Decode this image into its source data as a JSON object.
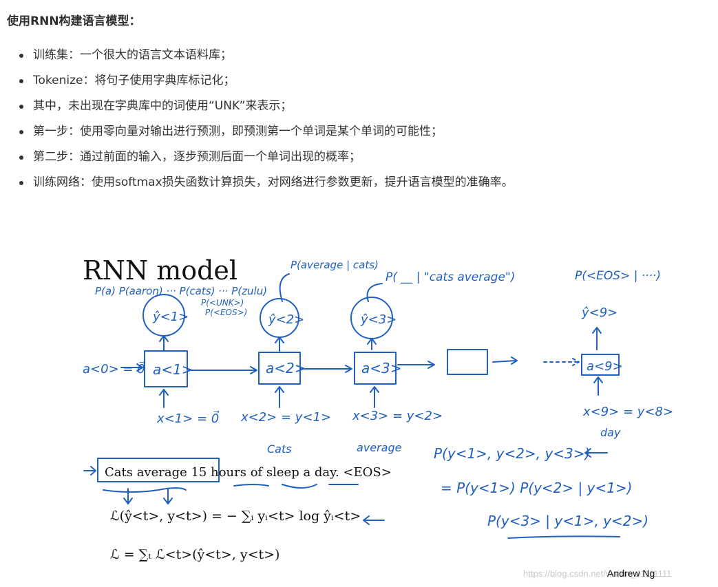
{
  "heading": "使用RNN构建语言模型：",
  "bullets": [
    "训练集：一个很大的语言文本语料库；",
    "Tokenize：将句子使用字典库标记化；",
    "其中，未出现在字典库中的词使用“UNK”来表示；",
    "第一步：使用零向量对输出进行预测，即预测第一个单词是某个单词的可能性；",
    "第二步：通过前面的输入，逐步预测后面一个单词出现的概率；",
    "训练网络：使用softmax损失函数计算损失，对网络进行参数更新，提升语言模型的准确率。"
  ],
  "figure": {
    "title": "RNN model",
    "handwriting": {
      "probs_t1": "P(a) P(aaron) ··· P(cats) ··· P(zulu)",
      "unk": "P(<UNK>)",
      "eos": "P(<EOS>)",
      "probs_t2": "P(average | cats)",
      "probs_t3": "P( __ | \"cats average\")",
      "probs_t9": "P(<EOS> | ····)",
      "a0": "a<0> = 0⃗",
      "a1": "a<1>",
      "a2": "a<2>",
      "a3": "a<3>",
      "a9": "a<9>",
      "y1": "ŷ<1>",
      "y2": "ŷ<2>",
      "y3": "ŷ<3>",
      "y9": "ŷ<9>",
      "x1": "x<1> = 0⃗",
      "x2": "x<2> = y<1>",
      "x3": "x<3> = y<2>",
      "x9": "x<9> = y<8>",
      "word_cats": "Cats",
      "word_average": "average",
      "word_day": "day",
      "joint_prob": "P(y<1>, y<2>, y<3>)",
      "factored": "= P(y<1>) P(y<2> | y<1>)",
      "factored2": "P(y<3> | y<1>, y<2>)"
    },
    "sentence": "Cats average 15 hours of sleep a day. <EOS>",
    "loss_t": "ℒ(ŷ<t>, y<t>) = − ∑ᵢ yᵢ<t> log ŷᵢ<t>",
    "loss_total": "ℒ = ∑ₜ ℒ<t>(ŷ<t>, y<t>)",
    "author": "Andrew Ng",
    "watermark": "https://blog.csdn.net/weixin_41111111"
  },
  "colors": {
    "ink": "#1f5fbf",
    "text": "#333333"
  }
}
